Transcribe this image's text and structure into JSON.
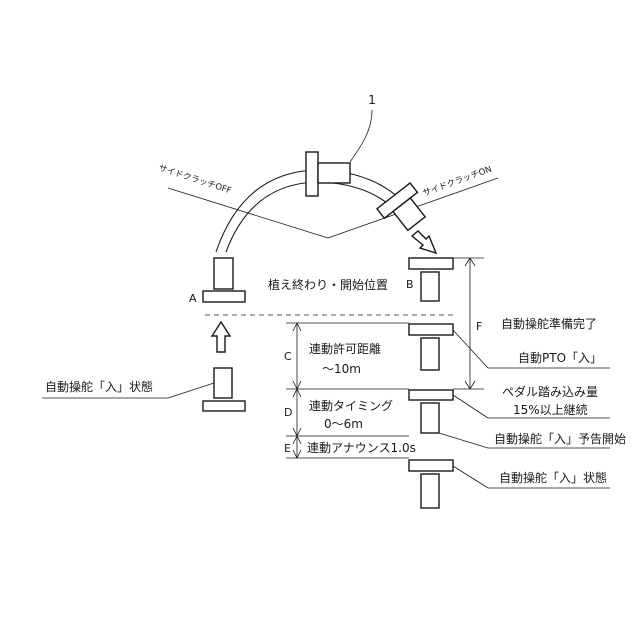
{
  "labels": {
    "ref_number": "1",
    "side_clutch_off": "サイドクラッチOFF",
    "side_clutch_on": "サイドクラッチON",
    "end_start_position": "植え終わり・開始位置",
    "auto_ready": "自動操舵準備完了",
    "auto_pto_on": "自動PTO「入」",
    "pedal_line1": "ペダル踏み込み量",
    "pedal_line2": "15%以上継続",
    "auto_notice": "自動操舵「入」予告開始",
    "auto_state_right": "自動操舵「入」状態",
    "auto_state_left": "自動操舵「入」状態",
    "link_permit_line1": "連動許可距離",
    "link_permit_line2": "～10m",
    "link_timing_line1": "連動タイミング",
    "link_timing_line2": "0～6m",
    "link_announce": "連動アナウンス1.0s"
  },
  "markers": {
    "A": "A",
    "B": "B",
    "C": "C",
    "D": "D",
    "E": "E",
    "F": "F"
  }
}
